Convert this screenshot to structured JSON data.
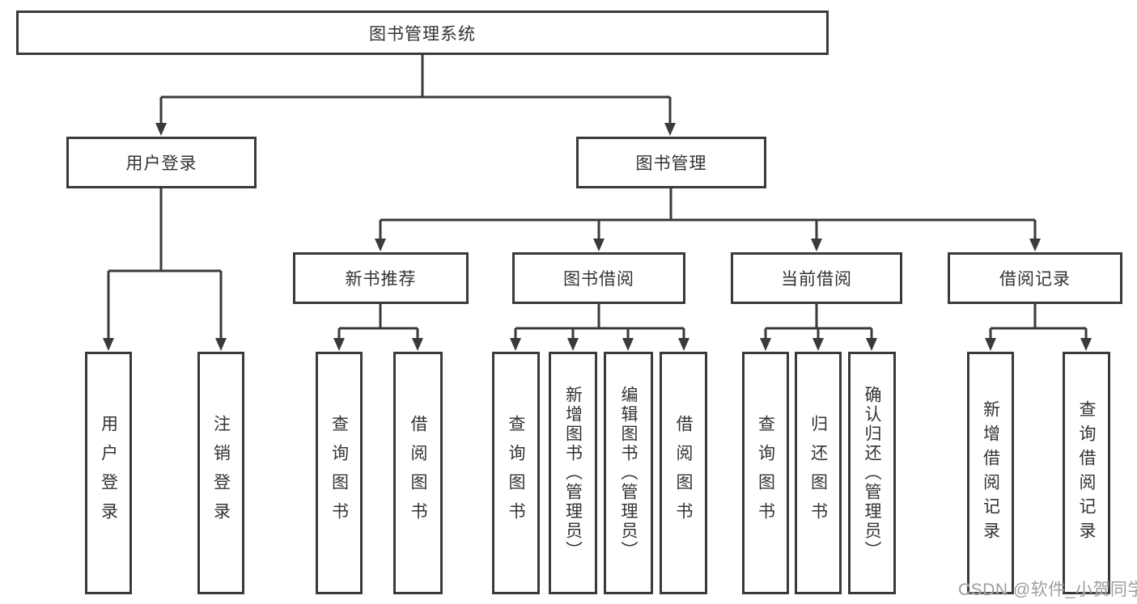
{
  "diagram": {
    "tree": {
      "root": {
        "label": "图书管理系统",
        "children": [
          {
            "label": "用户登录",
            "children": [
              {
                "label": "用户登录"
              },
              {
                "label": "注销登录"
              }
            ]
          },
          {
            "label": "图书管理",
            "children": [
              {
                "label": "新书推荐",
                "children": [
                  {
                    "label": "查询图书"
                  },
                  {
                    "label": "借阅图书"
                  }
                ]
              },
              {
                "label": "图书借阅",
                "children": [
                  {
                    "label": "查询图书"
                  },
                  {
                    "label": "新增图书（管理员）"
                  },
                  {
                    "label": "编辑图书（管理员）"
                  },
                  {
                    "label": "借阅图书"
                  }
                ]
              },
              {
                "label": "当前借阅",
                "children": [
                  {
                    "label": "查询图书"
                  },
                  {
                    "label": "归还图书"
                  },
                  {
                    "label": "确认归还（管理员）"
                  }
                ]
              },
              {
                "label": "借阅记录",
                "children": [
                  {
                    "label": "新增借阅记录"
                  },
                  {
                    "label": "查询借阅记录"
                  }
                ]
              }
            ]
          }
        ]
      }
    },
    "watermark": "CSDN @软件_小贺同学",
    "colors": {
      "line": "#3a3a3a",
      "border": "#3a3a3a",
      "text": "#333333",
      "watermark": "#9e9e9e",
      "background": "#ffffff"
    }
  }
}
